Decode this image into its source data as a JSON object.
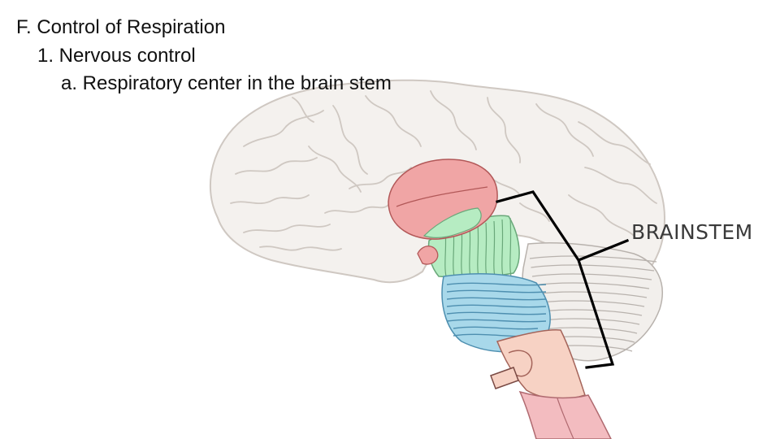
{
  "slide": {
    "heading": "F. Control of Respiration",
    "subheading": "1. Nervous control",
    "item": "a. Respiratory center in the brain stem"
  },
  "diagram": {
    "label": "BRAINSTEM",
    "colors": {
      "cerebrum_fill": "#f4f1ee",
      "cerebrum_stroke": "#cfc8c2",
      "thalamus": "#f0a5a5",
      "midbrain": "#b6ecc2",
      "pons": "#a8d8ea",
      "medulla": "#f7d2c4",
      "spinal_cord": "#f3bcc0",
      "cerebellum": "#f2efec",
      "bracket": "#000000"
    }
  }
}
